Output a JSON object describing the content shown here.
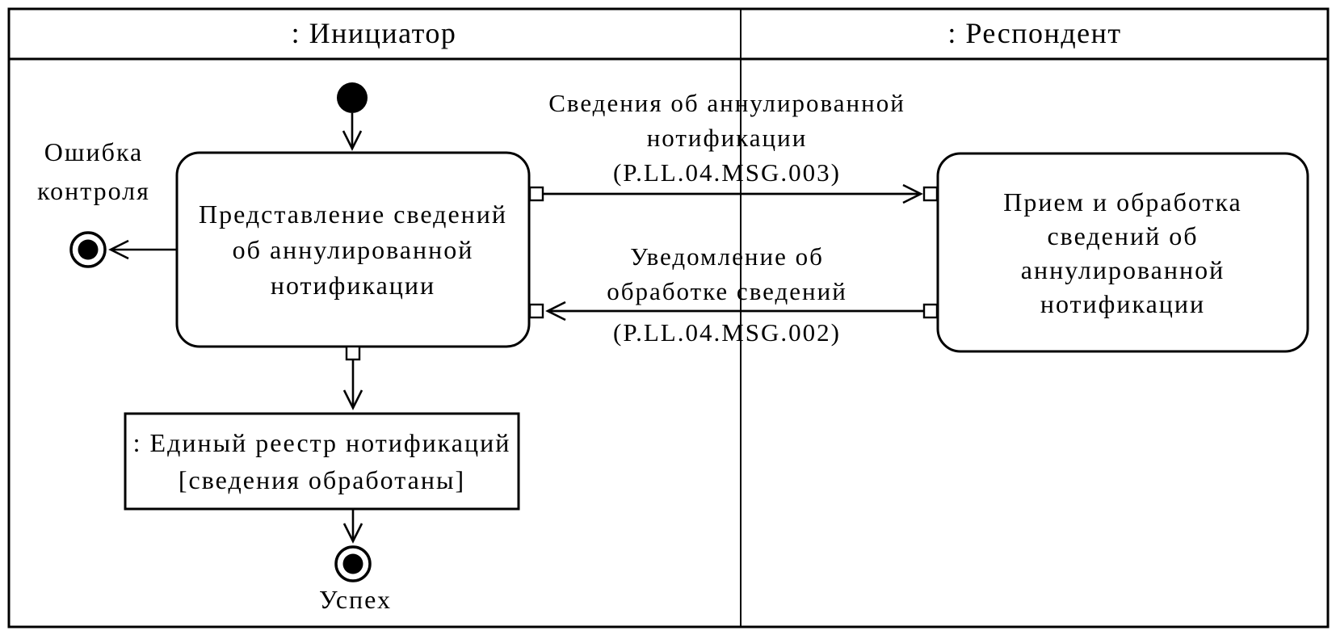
{
  "colors": {
    "ink": "#000000",
    "paper": "#ffffff"
  },
  "lanes": [
    {
      "label": ": Инициатор"
    },
    {
      "label": ": Респондент"
    }
  ],
  "nodes": {
    "initial_state": {
      "kind": "initial-state"
    },
    "initiator_action": {
      "lines": [
        "Представление сведений",
        "об аннулированной",
        "нотификации"
      ]
    },
    "respondent_action": {
      "lines": [
        "Прием и обработка",
        "сведений об",
        "аннулированной",
        "нотификации"
      ]
    },
    "registry": {
      "lines": [
        ": Единый реестр нотификаций",
        "[сведения обработаны]"
      ]
    },
    "error_final": {
      "lines": [
        "Ошибка",
        "контроля"
      ]
    },
    "success_final": {
      "label": "Успех"
    }
  },
  "messages": {
    "msg003": {
      "lines": [
        "Сведения об аннулированной",
        "нотификации",
        "(P.LL.04.MSG.003)"
      ]
    },
    "msg002": {
      "lines": [
        "Уведомление об",
        "обработке сведений"
      ],
      "code": "(P.LL.04.MSG.002)"
    }
  }
}
